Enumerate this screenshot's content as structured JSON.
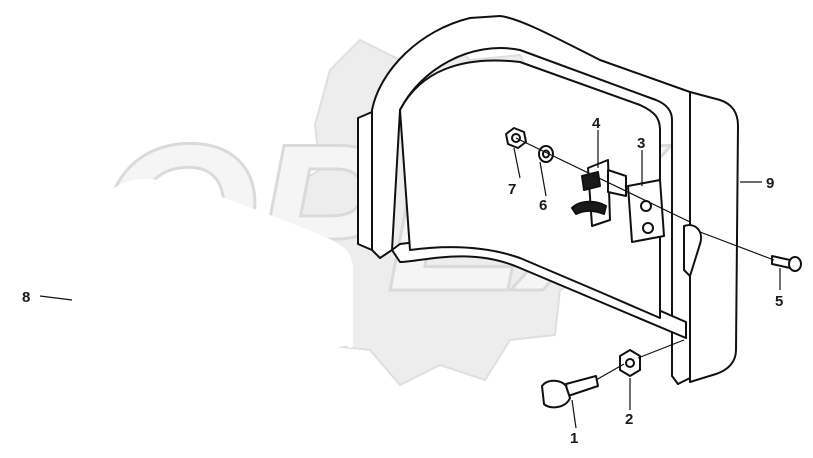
{
  "watermark": {
    "text": "OPEX"
  },
  "callouts": [
    {
      "id": "1",
      "label": "1"
    },
    {
      "id": "2",
      "label": "2"
    },
    {
      "id": "3",
      "label": "3"
    },
    {
      "id": "4",
      "label": "4"
    },
    {
      "id": "5",
      "label": "5"
    },
    {
      "id": "6",
      "label": "6"
    },
    {
      "id": "7",
      "label": "7"
    },
    {
      "id": "8",
      "label": "8"
    },
    {
      "id": "9",
      "label": "9"
    }
  ],
  "colors": {
    "ink": "#111111",
    "watermark": "#dcdcdc",
    "background": "#ffffff"
  }
}
